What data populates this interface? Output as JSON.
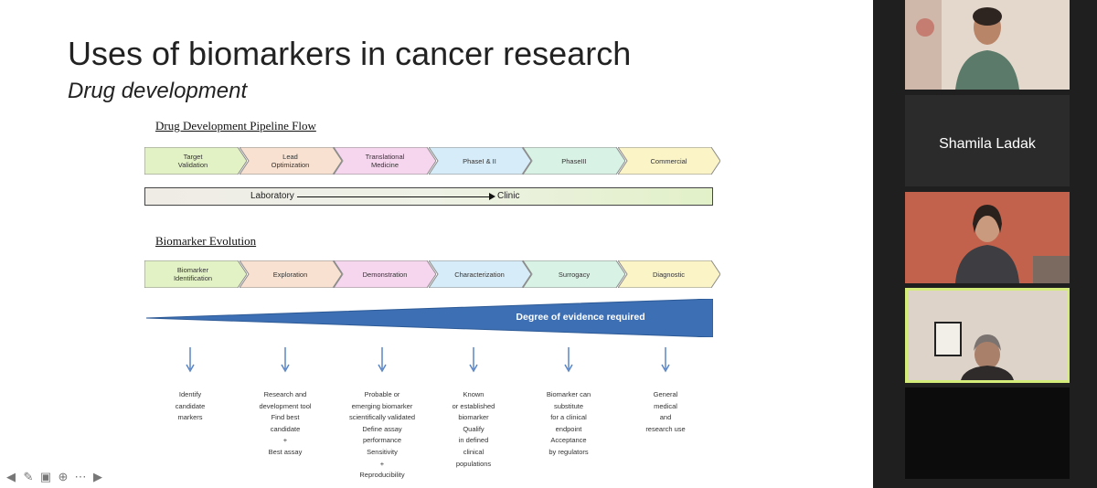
{
  "slide": {
    "title": "Uses of biomarkers in cancer research",
    "subtitle": "Drug development",
    "pipeline": {
      "heading": "Drug Development Pipeline Flow",
      "stages": [
        {
          "label": "Target\nValidation",
          "color": "#e3f2c4"
        },
        {
          "label": "Lead\nOptimization",
          "color": "#f8e1d0"
        },
        {
          "label": "Translational\nMedicine",
          "color": "#f6d6ee"
        },
        {
          "label": "PhaseI & II",
          "color": "#d6ecf8"
        },
        {
          "label": "PhaseIII",
          "color": "#d8f3e6"
        },
        {
          "label": "Commercial",
          "color": "#fbf4c6"
        }
      ],
      "lab_label": "Laboratory",
      "clinic_label": "Clinic"
    },
    "biomarker": {
      "heading": "Biomarker Evolution",
      "stages": [
        {
          "label": "Biomarker\nIdentification",
          "color": "#e3f2c4"
        },
        {
          "label": "Exploration",
          "color": "#f8e1d0"
        },
        {
          "label": "Demonstration",
          "color": "#f6d6ee"
        },
        {
          "label": "Characterization",
          "color": "#d6ecf8"
        },
        {
          "label": "Surrogacy",
          "color": "#d8f3e6"
        },
        {
          "label": "Diagnostic",
          "color": "#fbf4c6"
        }
      ],
      "evidence_label": "Degree of evidence required",
      "evidence_color": "#3d6fb4",
      "arrow_color": "#5b86c5",
      "descriptions": [
        "Identify\ncandidate\nmarkers",
        "Research and\ndevelopment tool\nFind best\ncandidate\n+\nBest assay",
        "Probable or\nemerging biomarker\nscientifically validated\nDefine assay\nperformance\nSensitivity\n+\nReproducibility",
        "Known\nor established\nbiomarker\nQualify\nin defined\nclinical\npopulations",
        "Biomarker can\nsubstitute\nfor a clinical\nendpoint\nAcceptance\nby regulators",
        "General\nmedical\nand\nresearch use"
      ]
    },
    "nav_icons": [
      "arrow-left-icon",
      "pen-icon",
      "grid-icon",
      "zoom-icon",
      "more-icon",
      "arrow-right-icon"
    ]
  },
  "participants": {
    "tiles": [
      {
        "name": "",
        "type": "video",
        "bg": "#d8cbbf"
      },
      {
        "name": "Shamila Ladak",
        "type": "name"
      },
      {
        "name": "",
        "type": "video",
        "bg": "#c0604a"
      },
      {
        "name": "",
        "type": "video",
        "bg": "#d9cfc4",
        "active": true,
        "border": "#d4ec7a"
      },
      {
        "name": "",
        "type": "blank"
      }
    ]
  }
}
